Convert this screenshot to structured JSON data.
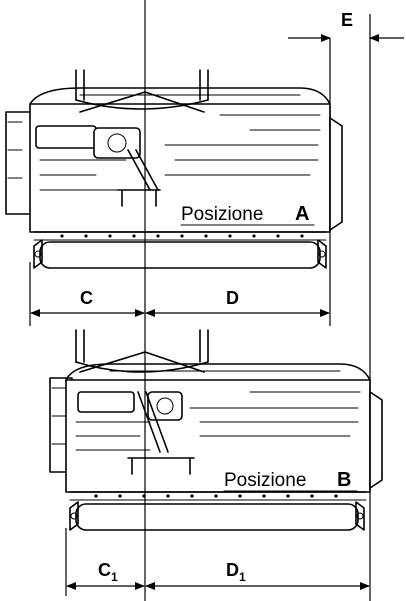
{
  "diagram": {
    "position_a": {
      "word": "Posizione",
      "letter": "A"
    },
    "position_b": {
      "word": "Posizione",
      "letter": "B"
    },
    "dimensions": {
      "c": "C",
      "d": "D",
      "e": "E",
      "c1_main": "C",
      "c1_sub": "1",
      "d1_main": "D",
      "d1_sub": "1"
    }
  }
}
